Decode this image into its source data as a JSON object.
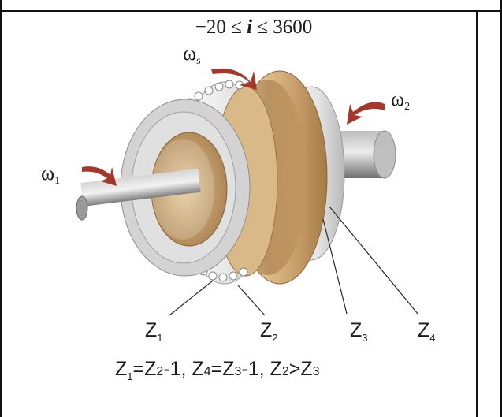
{
  "title": {
    "prefix": "−20 ≤ ",
    "var": "i",
    "suffix": " ≤ 3600"
  },
  "omegas": [
    {
      "sym": "ω",
      "sub": "s"
    },
    {
      "sym": "ω",
      "sub": "2"
    },
    {
      "sym": "ω",
      "sub": "1"
    }
  ],
  "z_labels": [
    {
      "sym": "Z",
      "sub": "1"
    },
    {
      "sym": "Z",
      "sub": "2"
    },
    {
      "sym": "Z",
      "sub": "3"
    },
    {
      "sym": "Z",
      "sub": "4"
    }
  ],
  "formula": [
    {
      "sym": "Z",
      "sub": "1"
    },
    {
      "text": "="
    },
    {
      "sym": "Z",
      "sub": "2"
    },
    {
      "text": "-1, "
    },
    {
      "sym": "Z",
      "sub": "4"
    },
    {
      "text": "="
    },
    {
      "sym": "Z",
      "sub": "3"
    },
    {
      "text": "-1, "
    },
    {
      "sym": "Z",
      "sub": "2"
    },
    {
      "text": ">"
    },
    {
      "sym": "Z",
      "sub": "3"
    }
  ],
  "colors": {
    "frame": "#111111",
    "gear_silver": "#d9d9d9",
    "gear_gold": "#d9b887",
    "gear_gold_dark": "#b78e5a",
    "arrow": "#a4382a",
    "shaft": "#9a9a9a"
  }
}
